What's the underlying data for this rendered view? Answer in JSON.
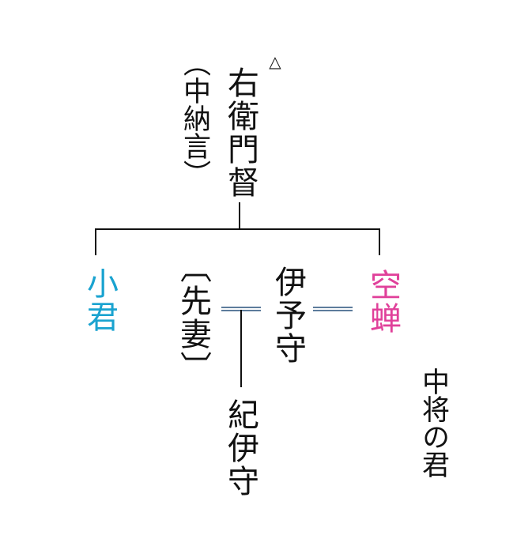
{
  "colors": {
    "kogimi": "#1aa3d0",
    "utsusemi": "#e0409a",
    "marriage_line": "#5d7c9c",
    "text": "#111111"
  },
  "marker": "△",
  "people": {
    "father": "右衛門督",
    "father_note": "（中納言）",
    "kogimi": "小君",
    "former_wife": "〔先妻〕",
    "iyo_no_kami": "伊予守",
    "utsusemi": "空蝉",
    "ki_no_kami": "紀伊守",
    "chujo_no_kimi": "中将の君"
  }
}
